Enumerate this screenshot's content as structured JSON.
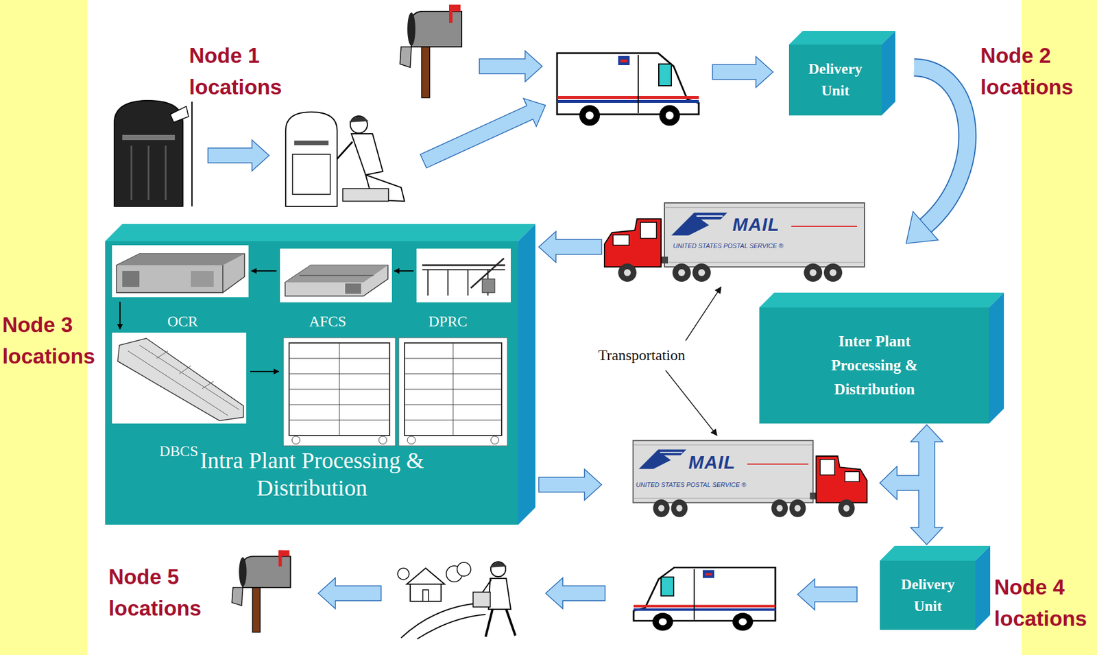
{
  "diagram": {
    "nodes": [
      {
        "text": [
          "Delivery Unit"
        ]
      },
      {
        "text": [
          "Intra Plant Processing & Distribution"
        ]
      },
      {
        "text": [
          "Inter Plant Processing & Distribution"
        ]
      },
      {
        "text": [
          "Delivery Unit"
        ]
      }
    ],
    "edges": [
      {
        "from": 2,
        "to": 3,
        "arrow": "both"
      }
    ],
    "labels": [
      "Node 1 locations",
      "Node 2 locations",
      "MAIL",
      "UNITED STATES POSTAL SERVICE ®",
      "Node 3 locations",
      "OCR",
      "AFCS",
      "DPRC",
      "DBCS",
      "Transportation",
      "MAIL",
      "UNITED STATES POSTAL SERVICE ®",
      "Node 4 locations",
      "Node 5 locations"
    ]
  }
}
